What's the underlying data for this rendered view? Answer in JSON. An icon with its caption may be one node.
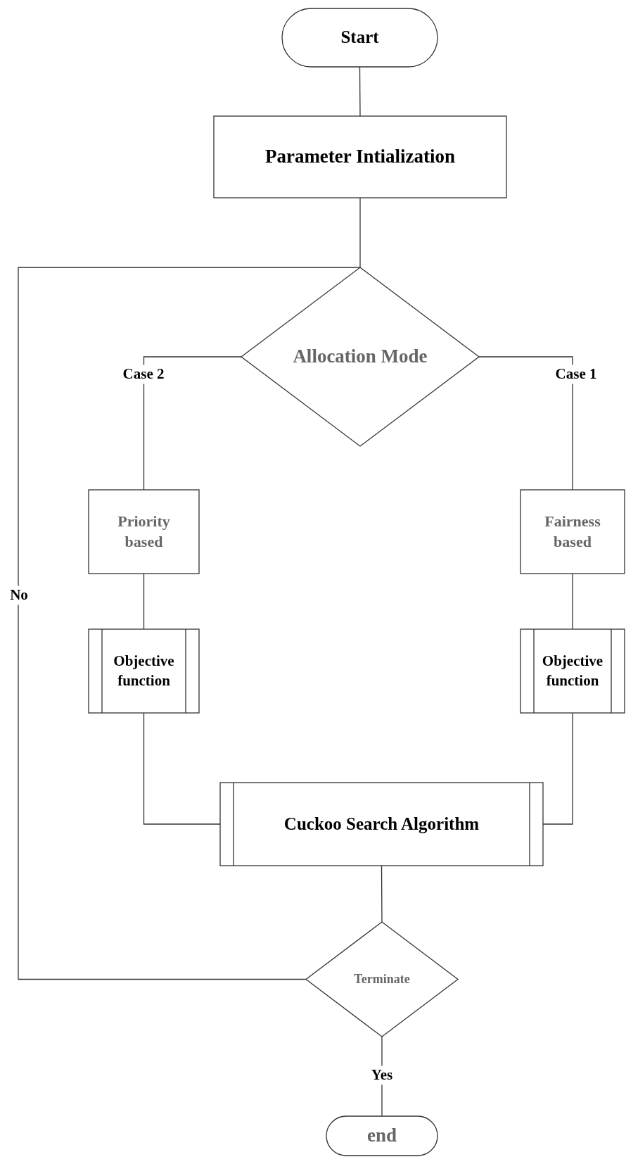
{
  "diagram": {
    "nodes": [
      {
        "text": [
          "Start"
        ]
      },
      {
        "text": [
          "Parameter Intialization"
        ]
      },
      {
        "text": [
          "Allocation Mode"
        ]
      },
      {
        "text": [
          "Priority based"
        ]
      },
      {
        "text": [
          "Fairness based"
        ]
      },
      {
        "text": [
          "Objective function"
        ]
      },
      {
        "text": [
          "Objective function"
        ]
      },
      {
        "text": [
          "Cuckoo Search Algorithm"
        ]
      },
      {
        "text": [
          "Terminate"
        ]
      },
      {
        "text": [
          "end"
        ]
      }
    ],
    "edges": [
      {
        "from": 0,
        "to": 1,
        "arrow": "none"
      },
      {
        "from": 1,
        "to": 2,
        "arrow": "none"
      },
      {
        "from": 2,
        "to": 3,
        "arrow": "none",
        "label": "Case 2"
      },
      {
        "from": 2,
        "to": 4,
        "arrow": "none",
        "label": "Case 1"
      },
      {
        "from": 3,
        "to": 5,
        "arrow": "none"
      },
      {
        "from": 4,
        "to": 6,
        "arrow": "none"
      },
      {
        "from": 5,
        "to": 7,
        "arrow": "none"
      },
      {
        "from": 6,
        "to": 7,
        "arrow": "none"
      },
      {
        "from": 7,
        "to": 8,
        "arrow": "none"
      },
      {
        "from": 8,
        "to": 2,
        "arrow": "none",
        "label": "No"
      },
      {
        "from": 8,
        "to": 9,
        "arrow": "none",
        "label": "Yes"
      }
    ]
  }
}
